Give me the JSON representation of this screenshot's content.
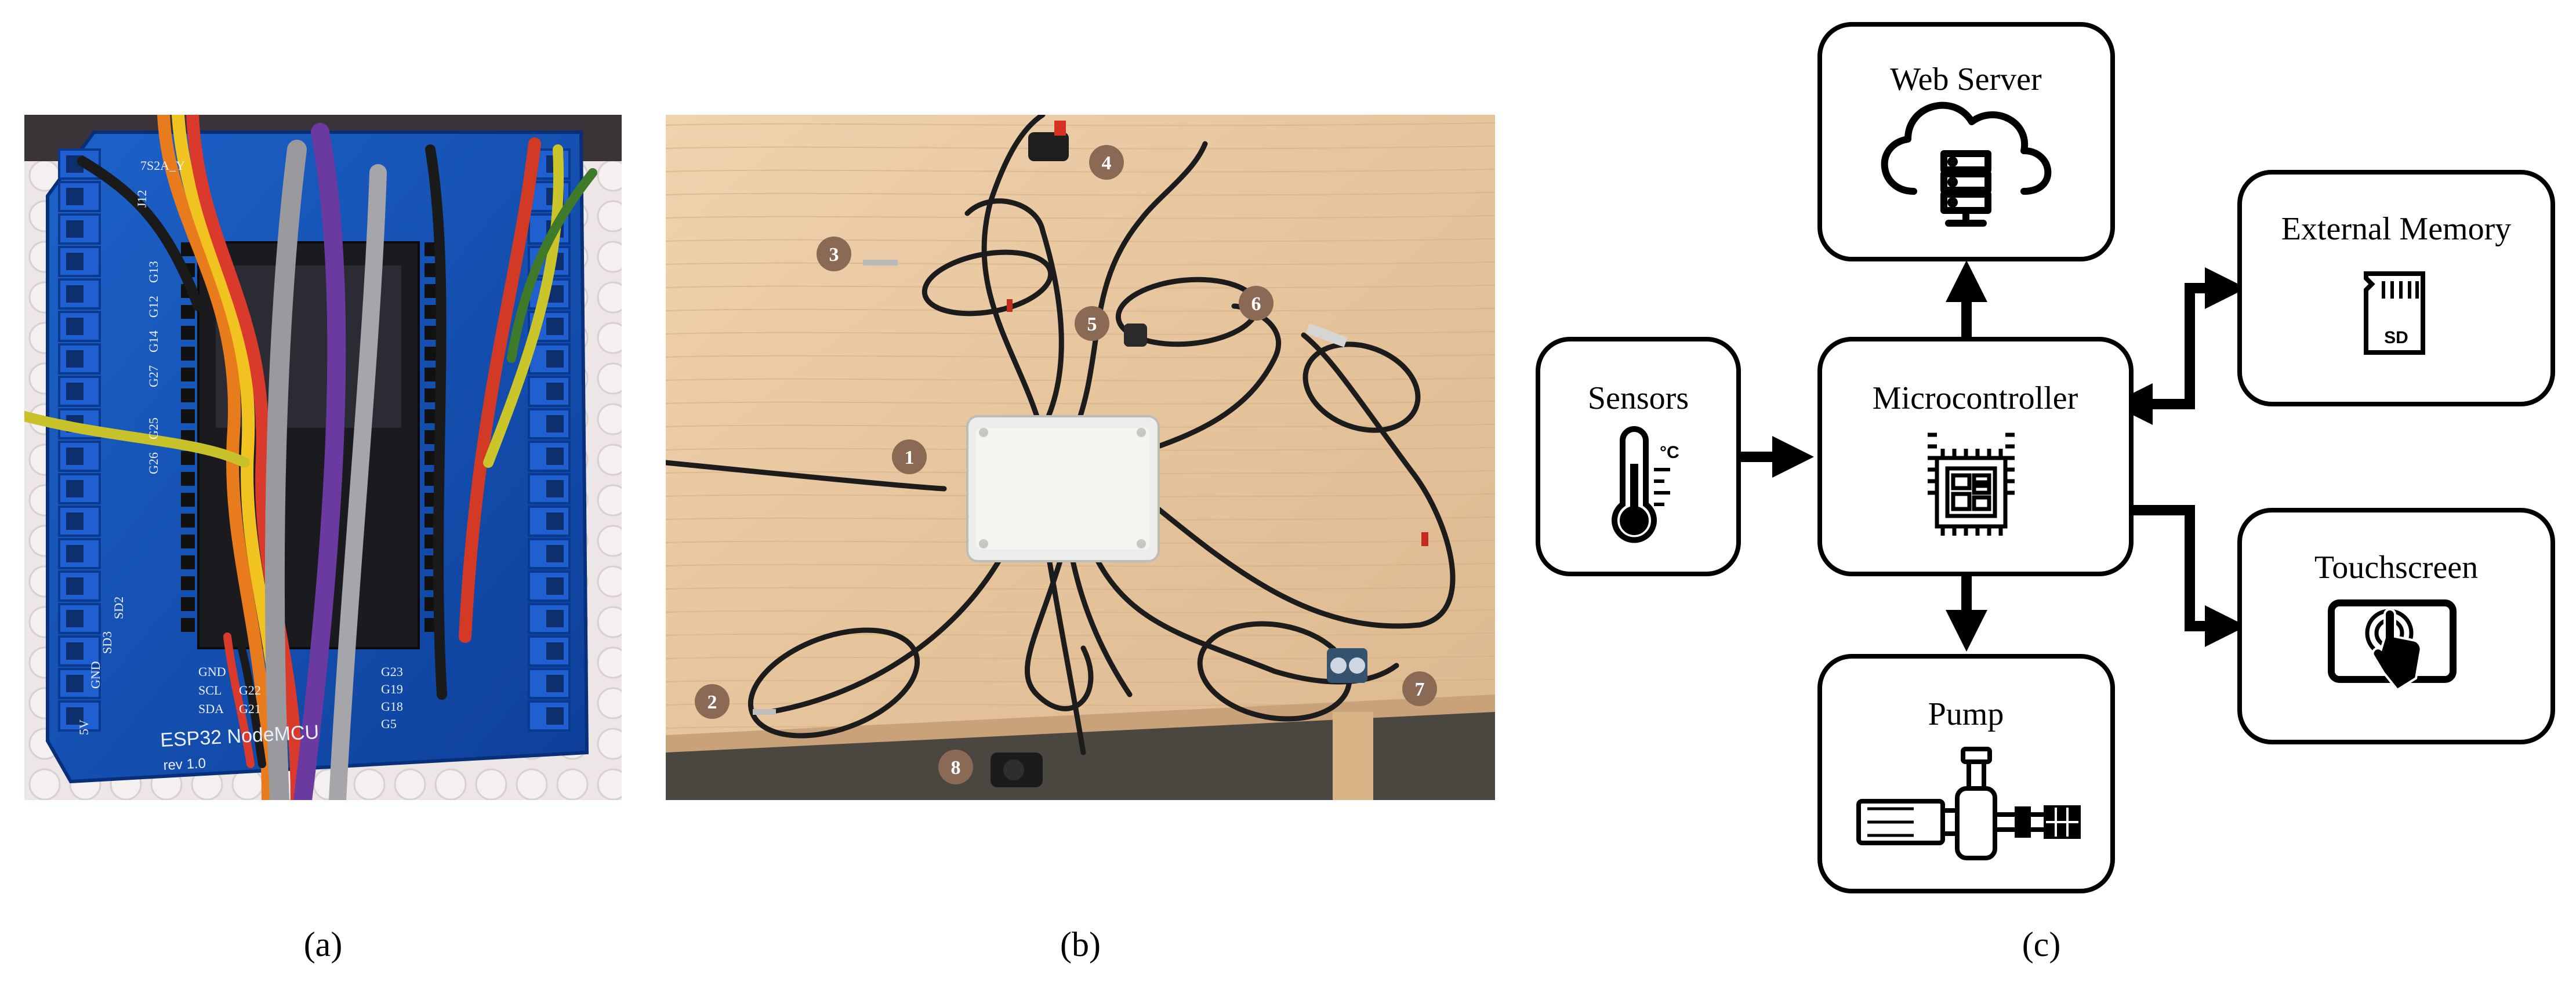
{
  "captions": {
    "a": "(a)",
    "b": "(b)",
    "c": "(c)"
  },
  "board": {
    "title": "ESP32 NodeMCU",
    "revision": "rev 1.0",
    "pins_left": [
      "GND",
      "SCL",
      "SDA"
    ],
    "pins_mid": [
      "G22",
      "G21"
    ],
    "pins_right": [
      "G23",
      "G19",
      "G18",
      "G5"
    ],
    "pins_vertical": [
      "G25",
      "G26",
      "G27",
      "G14",
      "G12",
      "G13"
    ],
    "misc_pins": [
      "5V",
      "GND",
      "SD3",
      "SD2"
    ],
    "top_label": "J12",
    "top_label2": "7S2A_Y"
  },
  "photo_labels": [
    "1",
    "2",
    "3",
    "4",
    "5",
    "6",
    "7",
    "8"
  ],
  "diagram": {
    "blocks": {
      "web_server": "Web Server",
      "external_memory": "External Memory",
      "sensors": "Sensors",
      "microcontroller": "Microcontroller",
      "touchscreen": "Touchscreen",
      "pump": "Pump"
    },
    "icons": {
      "web_server": "cloud-server-icon",
      "external_memory": "sd-card-icon",
      "sensors": "thermometer-icon",
      "microcontroller": "chip-icon",
      "touchscreen": "touch-screen-icon",
      "pump": "pump-icon"
    },
    "sd_label": "SD",
    "temp_unit": "°C"
  }
}
